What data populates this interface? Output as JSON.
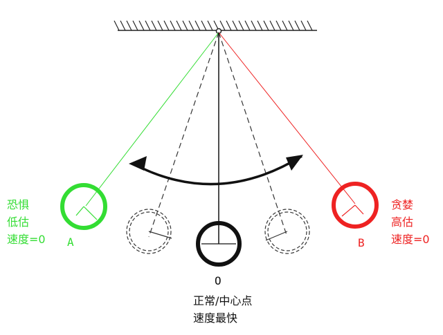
{
  "left": {
    "line1": "恐惧",
    "line2": "低估",
    "line3": "速度=0",
    "point": "A",
    "color": "#33dd33"
  },
  "right": {
    "line1": "贪婪",
    "line2": "高估",
    "line3": "速度=0",
    "point": "B",
    "color": "#ee2222"
  },
  "center": {
    "point": "O",
    "line1": "正常/中心点",
    "line2": "速度最快",
    "color": "#111111"
  }
}
